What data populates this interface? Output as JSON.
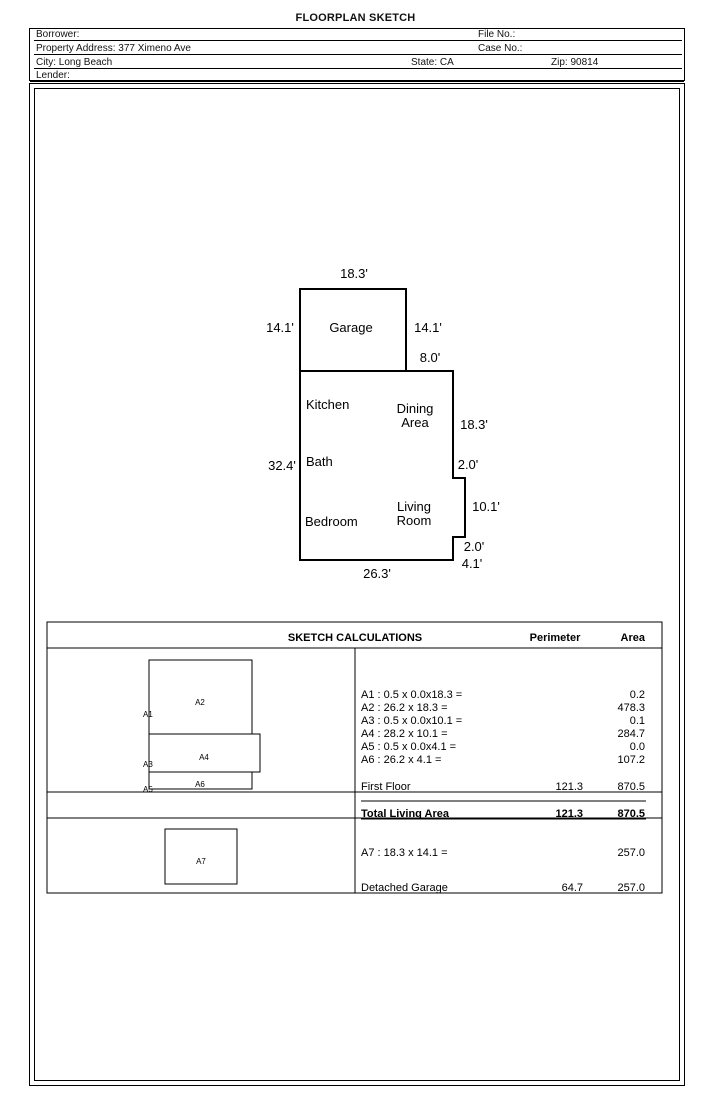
{
  "title": "FLOORPLAN SKETCH",
  "header": {
    "borrower_label": "Borrower:",
    "file_label": "File No.:",
    "address_label": "Property Address:",
    "address_value": "377 Ximeno Ave",
    "case_label": "Case No.:",
    "city_label": "City:",
    "city_value": "Long Beach",
    "state_label": "State:",
    "state_value": "CA",
    "zip_label": "Zip:",
    "zip_value": "90814",
    "lender_label": "Lender:"
  },
  "sketch": {
    "garage_top": "18.3'",
    "garage_left": "14.1'",
    "garage_right": "14.1'",
    "garage_room": "Garage",
    "house_top_step": "8.0'",
    "right_upper": "18.3'",
    "right_step1": "2.0'",
    "right_mid": "10.1'",
    "right_step2": "2.0'",
    "right_lower": "4.1'",
    "left_side": "32.4'",
    "bottom_side": "26.3'",
    "room_kitchen": "Kitchen",
    "room_dining_1": "Dining",
    "room_dining_2": "Area",
    "room_bath": "Bath",
    "room_living_1": "Living",
    "room_living_2": "Room",
    "room_bedroom": "Bedroom"
  },
  "calculations": {
    "title": "SKETCH CALCULATIONS",
    "col_perimeter": "Perimeter",
    "col_area": "Area",
    "diagram_labels": {
      "a1": "A1",
      "a2": "A2",
      "a3": "A3",
      "a4": "A4",
      "a5": "A5",
      "a6": "A6",
      "a7": "A7"
    },
    "first_floor_rows": [
      {
        "formula": "A1 : 0.5 x 0.0x18.3 =",
        "area": "0.2"
      },
      {
        "formula": "A2 : 26.2 x 18.3 =",
        "area": "478.3"
      },
      {
        "formula": "A3 : 0.5 x 0.0x10.1 =",
        "area": "0.1"
      },
      {
        "formula": "A4 : 28.2 x 10.1 =",
        "area": "284.7"
      },
      {
        "formula": "A5 : 0.5 x 0.0x4.1 =",
        "area": "0.0"
      },
      {
        "formula": "A6 : 26.2 x 4.1 =",
        "area": "107.2"
      }
    ],
    "first_floor": {
      "label": "First Floor",
      "perimeter": "121.3",
      "area": "870.5"
    },
    "total": {
      "label": "Total Living Area",
      "perimeter": "121.3",
      "area": "870.5"
    },
    "garage_row": {
      "formula": "A7 : 18.3 x 14.1 =",
      "area": "257.0"
    },
    "detached": {
      "label": "Detached Garage",
      "perimeter": "64.7",
      "area": "257.0"
    }
  }
}
